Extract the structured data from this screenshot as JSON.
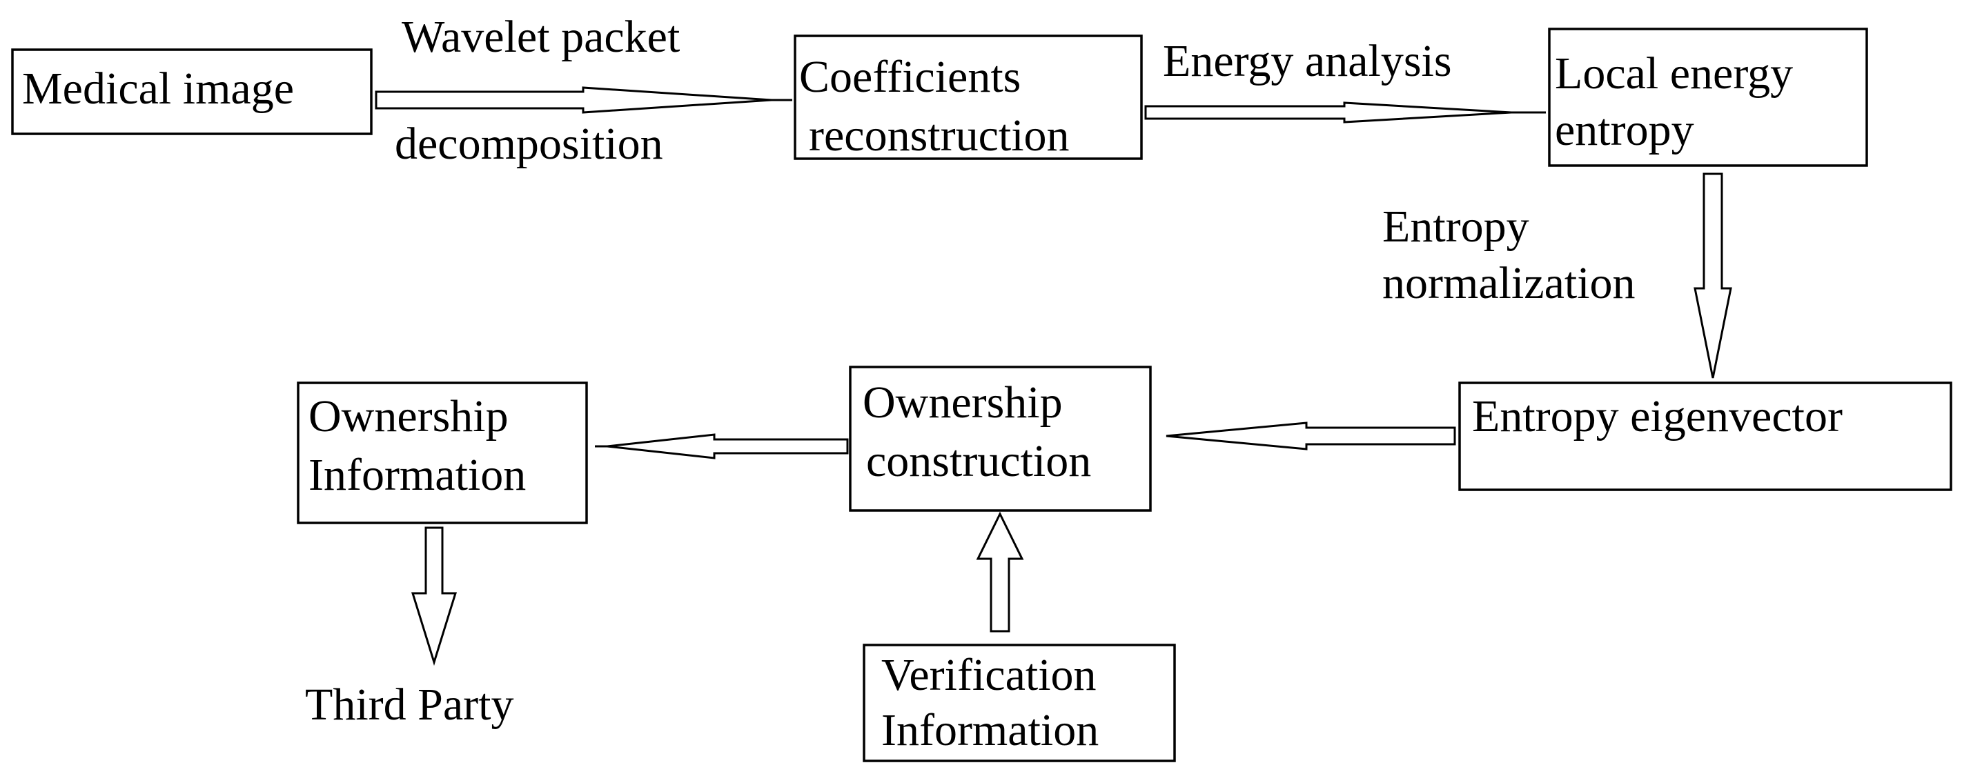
{
  "nodes": {
    "medical_image": "Medical image",
    "coefficients_reconstruction": [
      "Coefficients",
      "reconstruction"
    ],
    "local_energy_entropy": [
      "Local energy",
      "entropy"
    ],
    "entropy_eigenvector": "Entropy eigenvector",
    "ownership_construction": [
      "Ownership",
      "construction"
    ],
    "ownership_information": [
      "Ownership",
      "Information"
    ],
    "verification_information": [
      "Verification",
      "Information"
    ],
    "third_party": "Third Party"
  },
  "edge_labels": {
    "wavelet_packet_decomposition": [
      "Wavelet packet",
      "decomposition"
    ],
    "energy_analysis": "Energy analysis",
    "entropy_normalization": [
      "Entropy",
      "normalization"
    ]
  }
}
